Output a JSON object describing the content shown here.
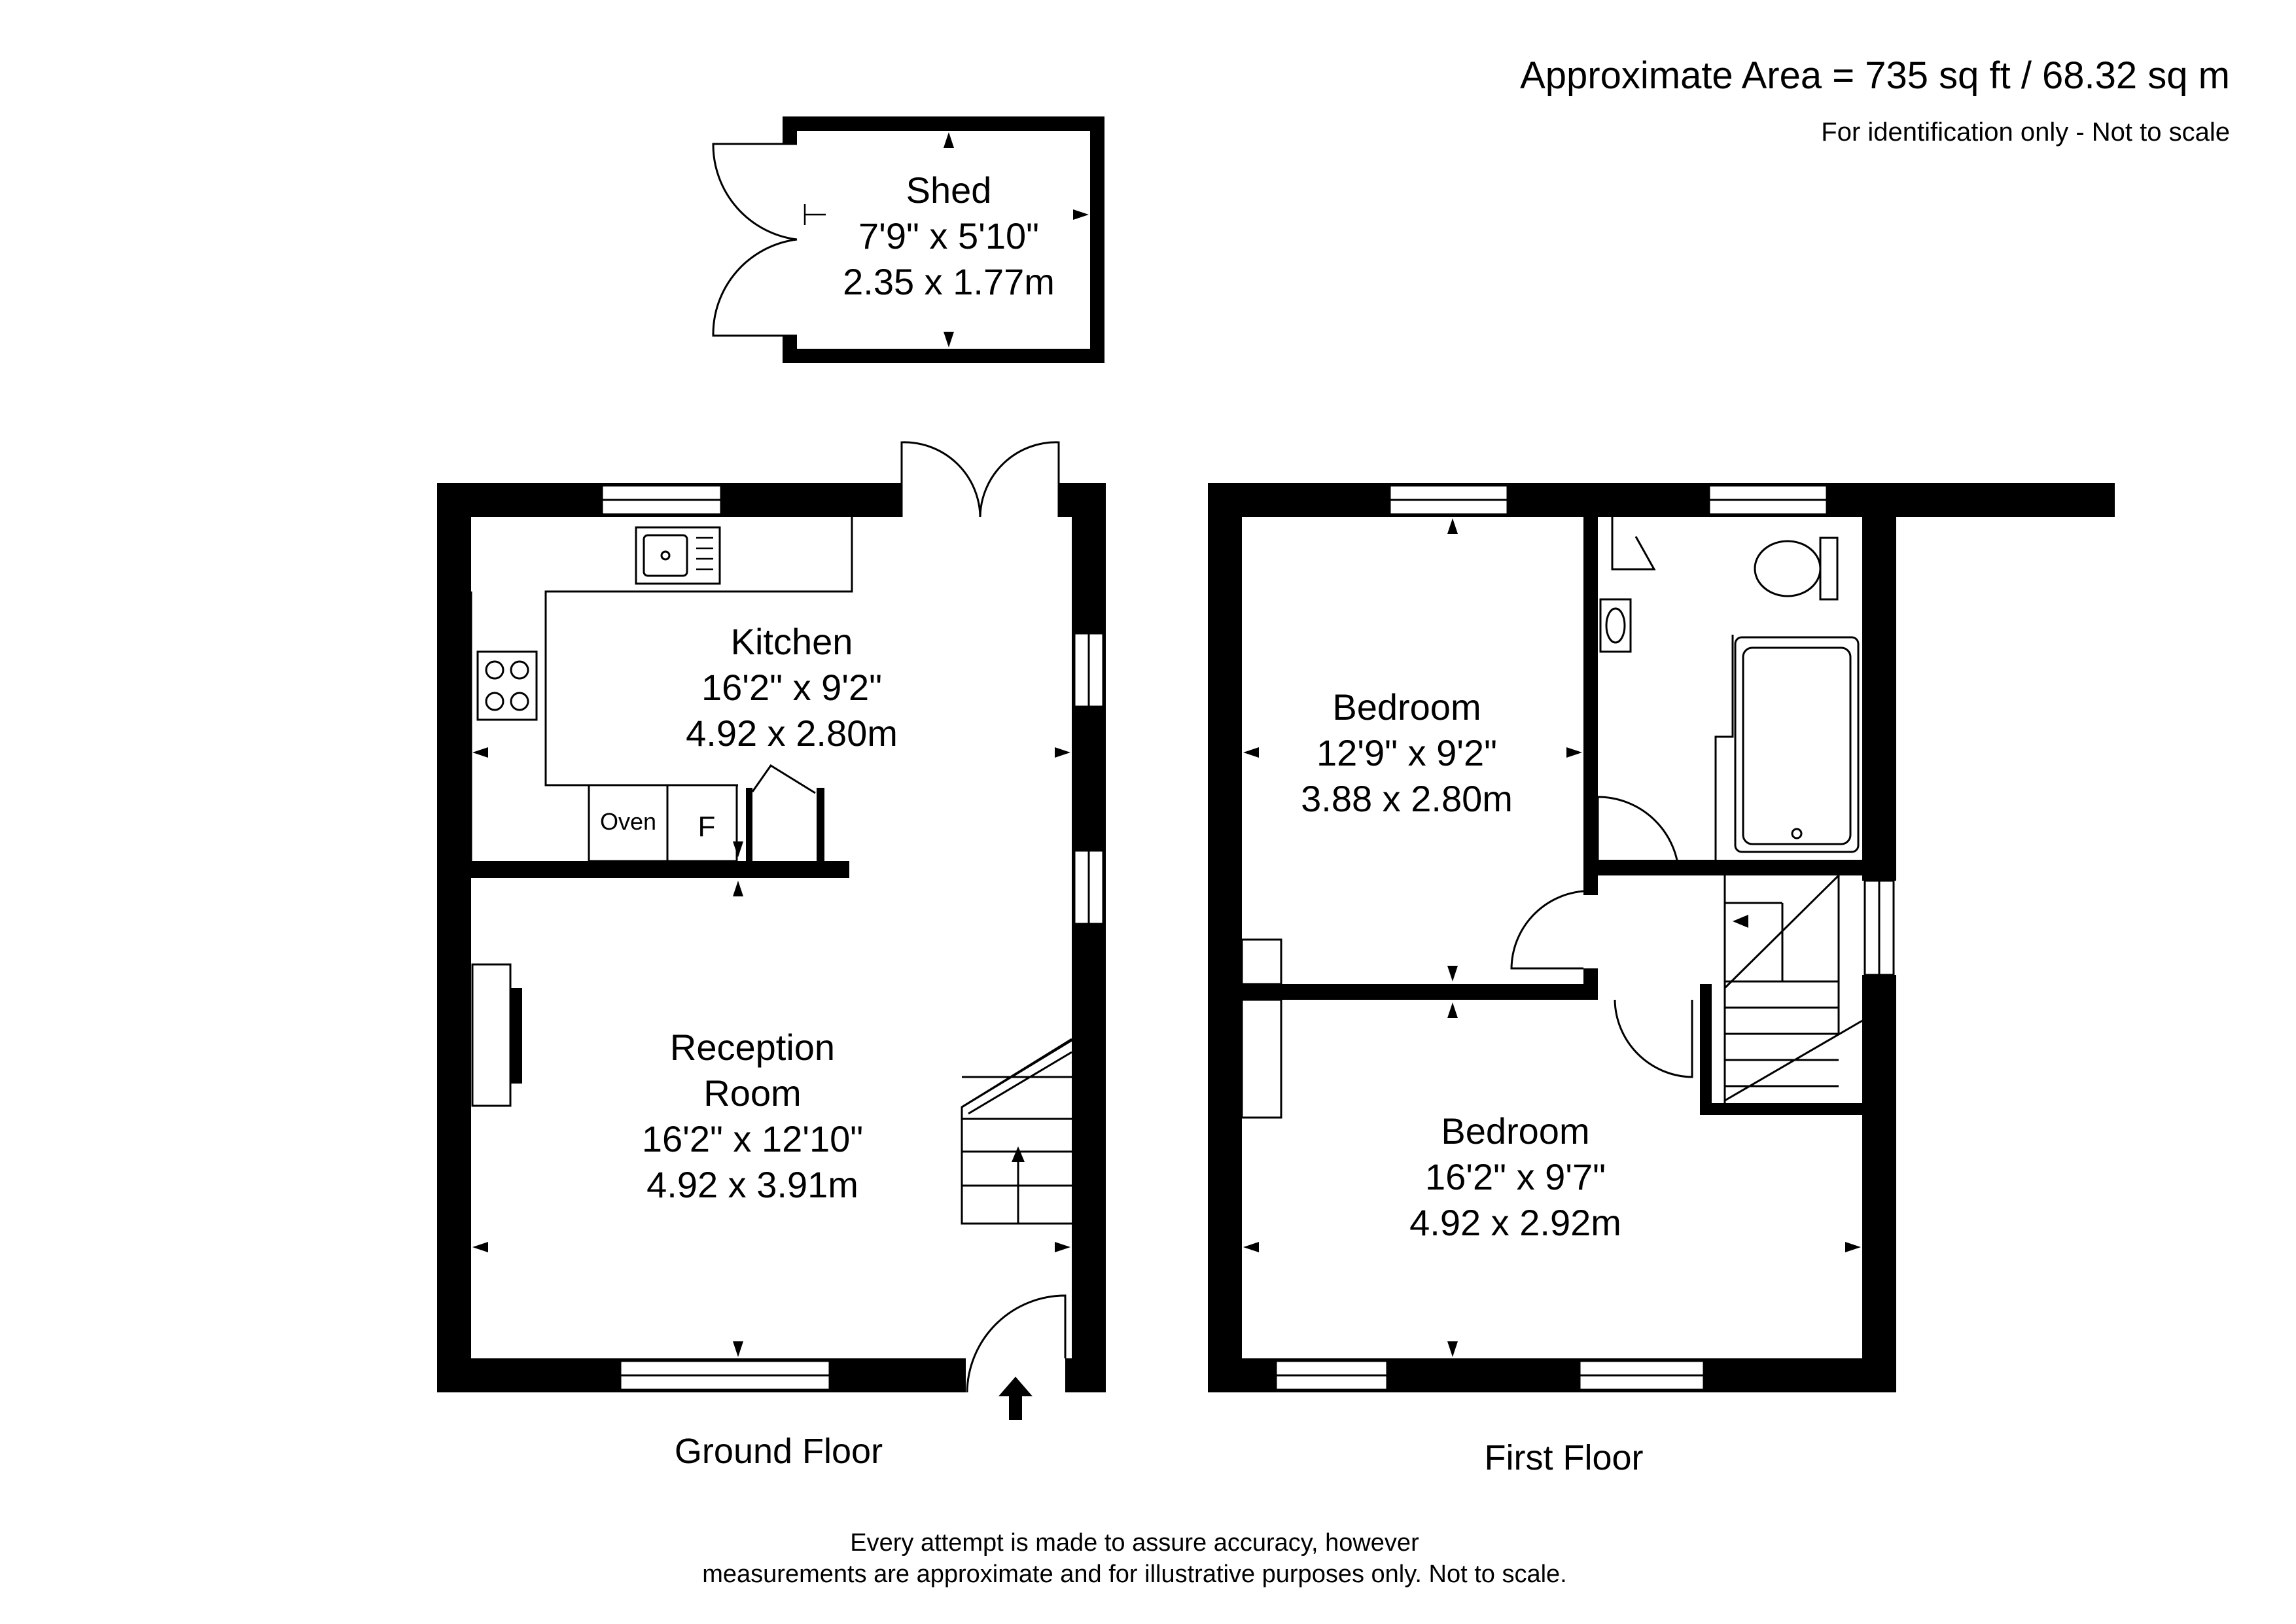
{
  "header": {
    "area": "Approximate Area = 735 sq ft / 68.32 sq m",
    "note": "For identification only - Not to scale"
  },
  "shed": {
    "name": "Shed",
    "imperial": "7'9\" x 5'10\"",
    "metric": "2.35 x 1.77m"
  },
  "ground_floor": {
    "label": "Ground Floor",
    "kitchen": {
      "name": "Kitchen",
      "imperial": "16'2\" x 9'2\"",
      "metric": "4.92 x 2.80m"
    },
    "oven": "Oven",
    "fridge": "F",
    "reception": {
      "name_line1": "Reception",
      "name_line2": "Room",
      "imperial": "16'2\" x 12'10\"",
      "metric": "4.92 x 3.91m"
    }
  },
  "first_floor": {
    "label": "First Floor",
    "bedroom1": {
      "name": "Bedroom",
      "imperial": "12'9\" x 9'2\"",
      "metric": "3.88 x 2.80m"
    },
    "bedroom2": {
      "name": "Bedroom",
      "imperial": "16'2\" x 9'7\"",
      "metric": "4.92 x 2.92m"
    }
  },
  "disclaimer": {
    "line1": "Every attempt is made to assure accuracy, however",
    "line2": "measurements are approximate and for illustrative purposes only. Not to scale."
  }
}
